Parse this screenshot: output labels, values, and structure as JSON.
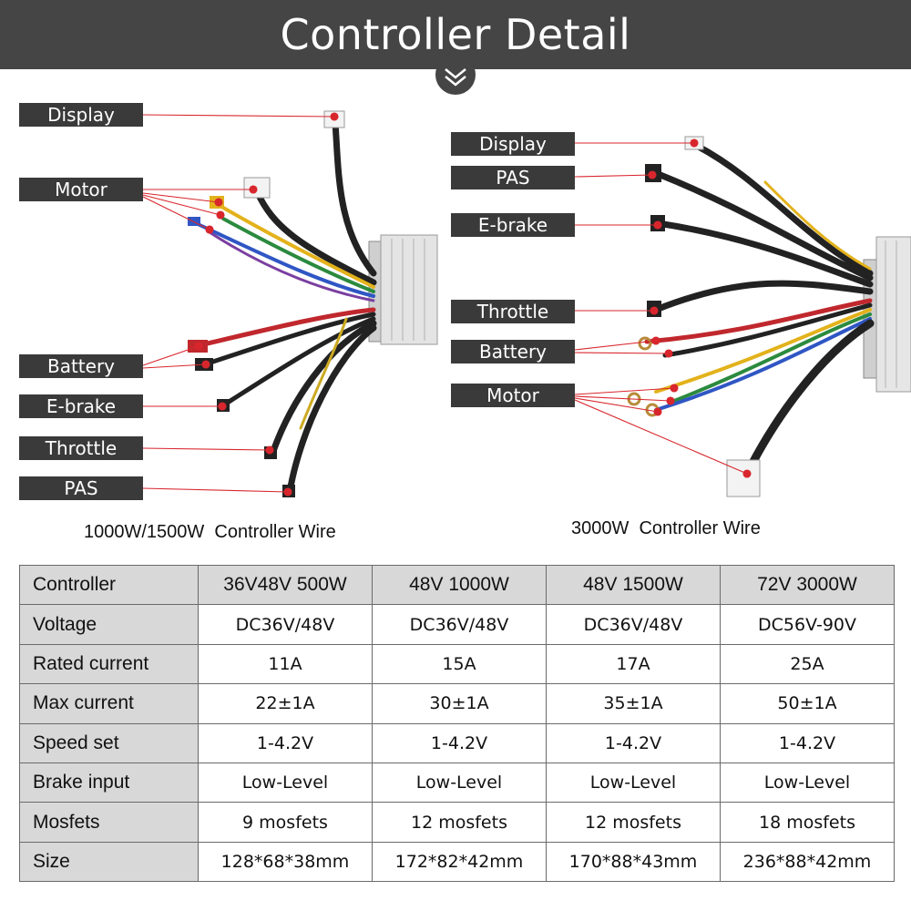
{
  "header": {
    "title": "Controller Detail"
  },
  "left_diagram": {
    "caption": "1000W/1500W  Controller Wire",
    "labels": [
      "Display",
      "Motor",
      "Battery",
      "E-brake",
      "Throttle",
      "PAS"
    ]
  },
  "right_diagram": {
    "caption": "3000W  Controller Wire",
    "labels": [
      "Display",
      "PAS",
      "E-brake",
      "Throttle",
      "Battery",
      "Motor"
    ]
  },
  "spec_table": {
    "columns": [
      "Controller",
      "36V48V 500W",
      "48V 1000W",
      "48V 1500W",
      "72V 3000W"
    ],
    "rows": [
      {
        "label": "Voltage",
        "values": [
          "DC36V/48V",
          "DC36V/48V",
          "DC36V/48V",
          "DC56V-90V"
        ]
      },
      {
        "label": "Rated current",
        "values": [
          "11A",
          "15A",
          "17A",
          "25A"
        ]
      },
      {
        "label": "Max current",
        "values": [
          "22±1A",
          "30±1A",
          "35±1A",
          "50±1A"
        ]
      },
      {
        "label": "Speed set",
        "values": [
          "1-4.2V",
          "1-4.2V",
          "1-4.2V",
          "1-4.2V"
        ]
      },
      {
        "label": "Brake input",
        "values": [
          "Low-Level",
          "Low-Level",
          "Low-Level",
          "Low-Level"
        ]
      },
      {
        "label": "Mosfets",
        "values": [
          "9 mosfets",
          "12 mosfets",
          "12 mosfets",
          "18 mosfets"
        ]
      },
      {
        "label": "Size",
        "values": [
          "128*68*38mm",
          "172*82*42mm",
          "170*88*43mm",
          "236*88*42mm"
        ]
      }
    ]
  },
  "colors": {
    "header_bg": "#454545",
    "label_bg": "#3a3a3a",
    "pointer": "#d8262d",
    "table_head_bg": "#d8d8d8"
  }
}
